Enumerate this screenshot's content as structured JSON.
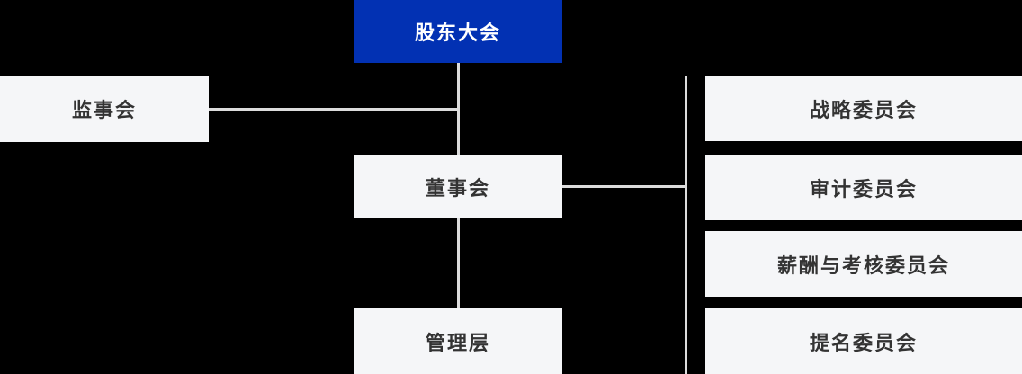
{
  "org_chart": {
    "nodes": {
      "shareholders_meeting": {
        "label": "股东大会"
      },
      "supervisory_board": {
        "label": "监事会"
      },
      "board_of_directors": {
        "label": "董事会"
      },
      "management": {
        "label": "管理层"
      },
      "committees": [
        {
          "label": "战略委员会"
        },
        {
          "label": "审计委员会"
        },
        {
          "label": "薪酬与考核委员会"
        },
        {
          "label": "提名委员会"
        }
      ]
    },
    "edges": [
      {
        "from": "shareholders_meeting",
        "to": "supervisory_board"
      },
      {
        "from": "shareholders_meeting",
        "to": "board_of_directors"
      },
      {
        "from": "board_of_directors",
        "to": "management"
      },
      {
        "from": "board_of_directors",
        "to": "战略委员会"
      },
      {
        "from": "board_of_directors",
        "to": "审计委员会"
      },
      {
        "from": "board_of_directors",
        "to": "薪酬与考核委员会"
      },
      {
        "from": "board_of_directors",
        "to": "提名委员会"
      }
    ],
    "colors": {
      "background": "#000000",
      "primary": "#0231b3",
      "primary_text": "#ffffff",
      "box_bg": "#f5f6f8",
      "box_text": "#333333",
      "line": "#dcdcdc"
    }
  }
}
